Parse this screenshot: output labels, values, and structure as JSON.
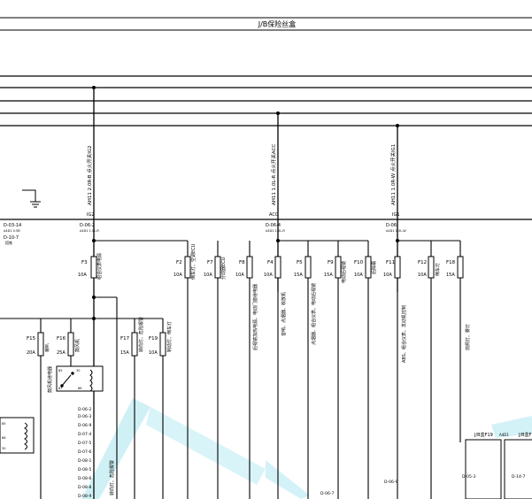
{
  "title": "J/B保险丝盒",
  "colors": {
    "line": "#000000",
    "watermark": "#a8e6ef",
    "background": "#ffffff"
  },
  "icons": [
    "ground-icon",
    "fuse-icon",
    "relay-coil-icon",
    "relay-switch-icon"
  ],
  "feeds": [
    {
      "id": "IG2",
      "label": "IG2",
      "wire": "AH11 2.0R-B 点火开关IG2",
      "conn": "D-06-2",
      "spec": "A4D1 1.0L-R"
    },
    {
      "id": "ACC",
      "label": "ACC",
      "wire": "AH11 1.0L-R 点火开关ACC",
      "conn": "D-06-4",
      "spec": "A4D1 1.0L-R"
    },
    {
      "id": "IG1",
      "label": "IG1",
      "wire": "AH11 1.0R-W 点火开关IG1",
      "conn": "D-06-",
      "spec": "A4D1 1.0L-W"
    }
  ],
  "left_conn": {
    "ref": "D-03-14",
    "spec": "A4D1 0.5B",
    "ref2": "D-10-7",
    "note": "搭铁"
  },
  "fuses": [
    {
      "id": "F3",
      "rating": "10A",
      "desc": "组合仪表电源"
    },
    {
      "id": "F2",
      "rating": "10A",
      "desc": "倒车灯、空调ECU"
    },
    {
      "id": "F7",
      "rating": "10A",
      "desc": "分动器ECU"
    },
    {
      "id": "F8",
      "rating": "10A",
      "desc": "后视镜加热电源、电动门窗继电器"
    },
    {
      "id": "F4",
      "rating": "10A",
      "desc": "音响、点烟器、收放机"
    },
    {
      "id": "F5",
      "rating": "15A",
      "desc": "点烟器、组合仪表、电动后视镜"
    },
    {
      "id": "F9",
      "rating": "15A",
      "desc": "电动后视镜"
    },
    {
      "id": "F10",
      "rating": "10A",
      "desc": "后除霜"
    },
    {
      "id": "F11",
      "rating": "10A",
      "desc": "ABS、组合仪表、发动机控制"
    },
    {
      "id": "F12",
      "rating": "10A",
      "desc": "倒车灯"
    },
    {
      "id": "F18",
      "rating": "15A",
      "desc": "前照灯、雾灯"
    },
    {
      "id": "F15",
      "rating": "20A",
      "desc": "喇叭"
    },
    {
      "id": "F16",
      "rating": "25A",
      "desc": "鼓风机"
    },
    {
      "id": "F17",
      "rating": "15A",
      "desc": "转向灯、危险报警"
    },
    {
      "id": "F19",
      "rating": "10A",
      "desc": "制动灯、倒车灯"
    }
  ],
  "relay": {
    "label": "鼓风机继电器",
    "pins": [
      "85",
      "86",
      "30",
      "87"
    ]
  },
  "lower_left": {
    "pins": [
      "85",
      "86",
      "30"
    ]
  },
  "conn_list": [
    "D-06-2",
    "D-06-3",
    "D-06-9",
    "D-07-4",
    "D-07-5",
    "D-07-6",
    "D-08-1",
    "D-08-5",
    "D-08-6",
    "D-08-8",
    "D-08-9"
  ],
  "footer_conns": [
    {
      "ref": "J/B盒F19",
      "spec": "A4D1"
    },
    {
      "ref": "J/B盒F",
      "spec": ""
    },
    {
      "ref": "D-05-3",
      "spec": ""
    },
    {
      "ref": "D-14-7",
      "spec": ""
    },
    {
      "ref": "D-06-7",
      "spec": ""
    },
    {
      "ref": "D-06-9",
      "spec": ""
    }
  ]
}
